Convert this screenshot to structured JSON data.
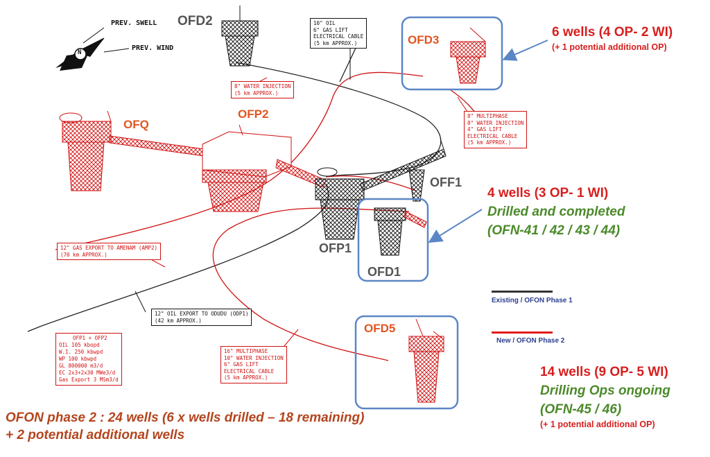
{
  "compass": {
    "swell_label": "PREV. SWELL",
    "wind_label": "PREV. WIND",
    "north_label": "N"
  },
  "platforms": {
    "ofd2": "OFD2",
    "ofd3": "OFD3",
    "ofq": "OFQ",
    "ofp2": "OFP2",
    "off1": "OFF1",
    "ofp1": "OFP1",
    "ofd1": "OFD1",
    "ofd5": "OFD5"
  },
  "callouts": {
    "ofd3_wells": "6 wells (4 OP- 2 WI)",
    "ofd3_note": "(+ 1 potential additional OP)",
    "ofd1_wells": "4 wells (3 OP- 1 WI)",
    "ofd1_status": "Drilled and completed",
    "ofd1_ids": "(OFN-41 / 42 / 43 / 44)",
    "ofd5_wells": "14 wells (9 OP- 5 WI)",
    "ofd5_status": "Drilling Ops ongoing",
    "ofd5_ids": "(OFN-45 / 46)",
    "ofd5_note": "(+ 1 potential additional OP)"
  },
  "pipelines": {
    "ofd2_lines": [
      "10\" OIL",
      "6\" GAS LIFT",
      "ELECTRICAL CABLE",
      "(5 km APPROX.)"
    ],
    "water_injection": [
      "8\" WATER INJECTION",
      "(5 km APPROX.)"
    ],
    "ofd3_lines": [
      "8\" MULTIPHASE",
      "8\" WATER INJECTION",
      "4\" GAS LIFT",
      "ELECTRICAL CABLE",
      "(5 km APPROX.)"
    ],
    "gas_export": [
      "12\" GAS EXPORT TO AMENAM (AMP2)",
      "(70 km APPROX.)"
    ],
    "oil_export": [
      "12\" OIL EXPORT TO ODUDU (ODP1)",
      "(42 km APPROX.)"
    ],
    "ofd5_lines": [
      "16\" MULTIPHASE",
      "10\" WATER INJECTION",
      "6\" GAS LIFT",
      "ELECTRICAL CABLE",
      "(5 km APPROX.)"
    ]
  },
  "capacity": {
    "title": "OFP1 + OFP2",
    "rows": [
      "OIL   105 kbopd",
      "W.I.  250 kbwpd",
      "WP    100 kbwpd",
      "GL    800000 m3/d",
      "EC    2x3+2x30 MWe3/d",
      "Gas Export 3 MSm3/d"
    ]
  },
  "legend": {
    "existing": "Existing / OFON Phase 1",
    "new": "New / OFON Phase 2",
    "existing_color": "#333333",
    "new_color": "#e01b1b"
  },
  "summary": {
    "line1": "OFON phase 2 : 24 wells (6 x wells drilled – 18 remaining)",
    "line2": "+ 2 potential additional wells"
  },
  "colors": {
    "frame": "#5b86c6",
    "red": "#d81e1e",
    "green": "#4b8a2a",
    "brown": "#b4451e"
  }
}
